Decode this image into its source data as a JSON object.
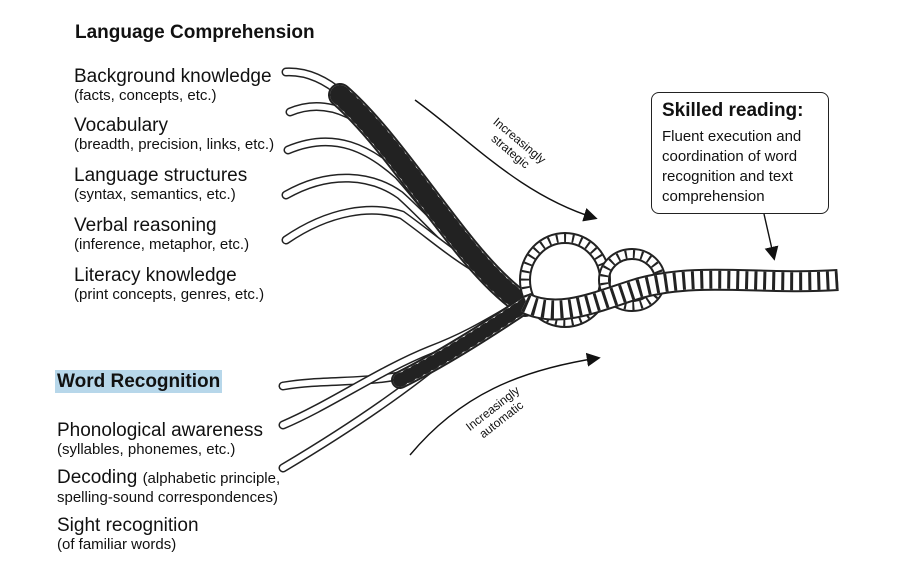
{
  "language_comprehension": {
    "heading": "Language Comprehension",
    "items": [
      {
        "title": "Background knowledge",
        "detail": "(facts, concepts, etc.)"
      },
      {
        "title": "Vocabulary",
        "detail": "(breadth, precision, links, etc.)"
      },
      {
        "title": "Language structures",
        "detail": "(syntax, semantics, etc.)"
      },
      {
        "title": "Verbal reasoning",
        "detail": "(inference, metaphor, etc.)"
      },
      {
        "title": "Literacy knowledge",
        "detail": "(print concepts, genres, etc.)"
      }
    ]
  },
  "word_recognition": {
    "heading": "Word Recognition",
    "highlight_color": "#b7d7ea",
    "items": [
      {
        "title": "Phonological awareness",
        "detail": "(syllables, phonemes, etc.)"
      },
      {
        "title": "Decoding",
        "detail_inline": "(alphabetic principle,",
        "detail": "spelling-sound correspondences)"
      },
      {
        "title": "Sight recognition",
        "detail": "(of familiar words)"
      }
    ]
  },
  "arrows": {
    "strategic": {
      "line1": "Increasingly",
      "line2": "strategic"
    },
    "automatic": {
      "line1": "Increasingly",
      "line2": "automatic"
    }
  },
  "skilled_reading": {
    "title": "Skilled reading:",
    "body": "Fluent execution and coordination of word recognition and text comprehension"
  }
}
